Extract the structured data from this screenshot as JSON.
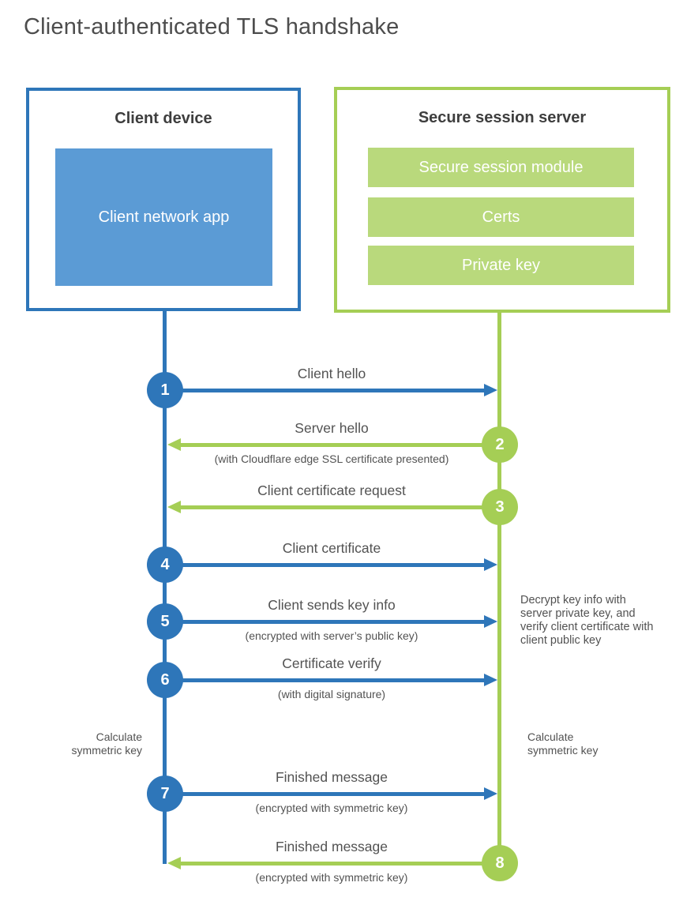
{
  "title": "Client-authenticated TLS handshake",
  "client": {
    "title": "Client device",
    "app": "Client network app"
  },
  "server": {
    "title": "Secure session server",
    "modules": [
      "Secure session module",
      "Certs",
      "Private key"
    ]
  },
  "steps": [
    {
      "num": "1",
      "label": "Client hello",
      "direction": "client-to-server"
    },
    {
      "num": "2",
      "label": "Server hello",
      "note": "(with Cloudflare edge SSL certificate presented)",
      "direction": "server-to-client"
    },
    {
      "num": "3",
      "label": "Client certificate request",
      "direction": "server-to-client"
    },
    {
      "num": "4",
      "label": "Client certificate",
      "direction": "client-to-server"
    },
    {
      "num": "5",
      "label": "Client sends key info",
      "note": "(encrypted with server’s public key)",
      "direction": "client-to-server"
    },
    {
      "num": "6",
      "label": "Certificate verify",
      "note": "(with digital signature)",
      "direction": "client-to-server"
    },
    {
      "num": "7",
      "label": "Finished message",
      "note": "(encrypted with symmetric key)",
      "direction": "client-to-server"
    },
    {
      "num": "8",
      "label": "Finished message",
      "note": "(encrypted with symmetric key)",
      "direction": "server-to-client"
    }
  ],
  "annotations": {
    "server_side_note": "Decrypt key info with server private key, and verify client certificate with client public key",
    "client_calculate": "Calculate symmetric key",
    "server_calculate": "Calculate symmetric key"
  },
  "colors": {
    "blue": "#2e76b9",
    "blue_light": "#5b9bd5",
    "green": "#a5ce55",
    "green_light": "#b9d97c"
  }
}
